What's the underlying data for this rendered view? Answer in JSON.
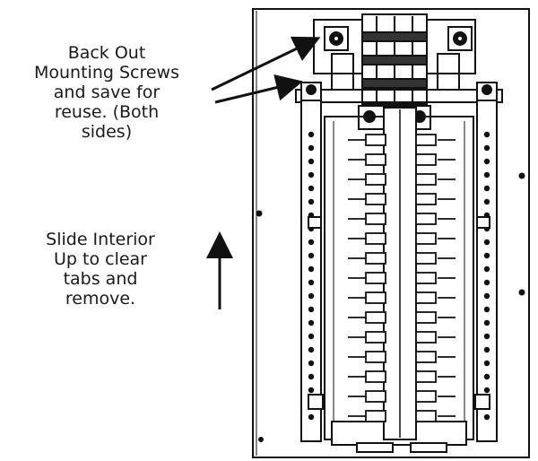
{
  "annotations": {
    "screws": {
      "lines": [
        "Back Out",
        "Mounting Screws",
        "and save for",
        "reuse. (Both",
        "sides)"
      ]
    },
    "slide": {
      "lines": [
        "Slide Interior",
        "Up to clear",
        "tabs and",
        "remove."
      ]
    }
  },
  "colors": {
    "ink": "#111111",
    "background": "#ffffff"
  }
}
